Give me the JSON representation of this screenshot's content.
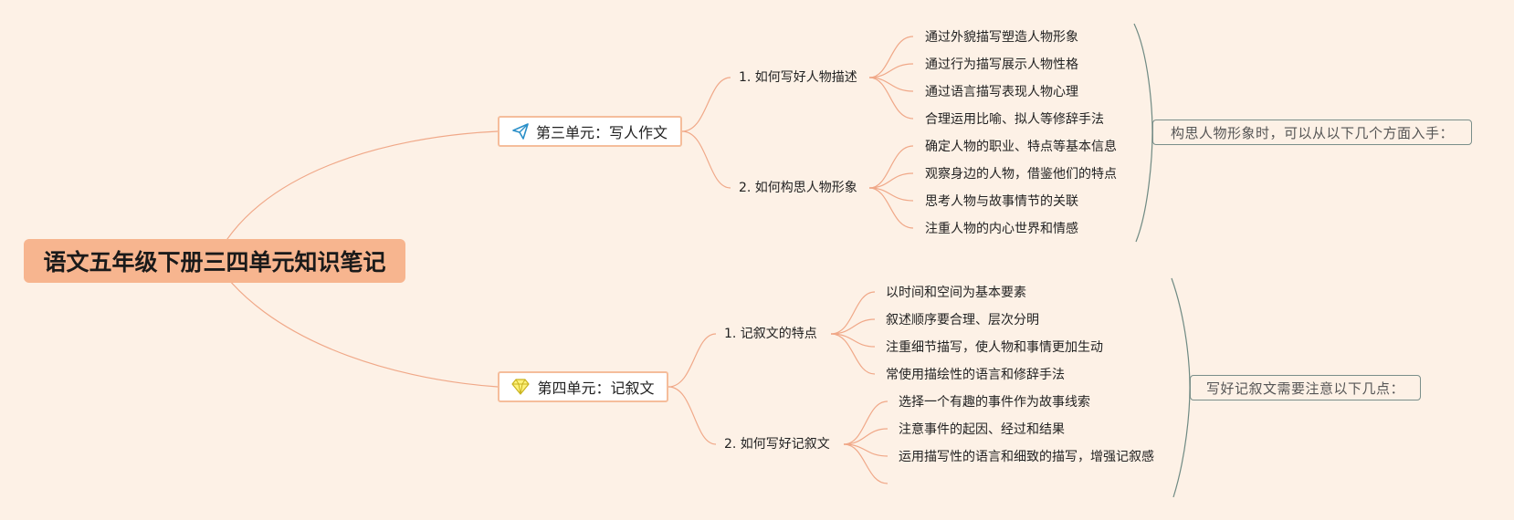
{
  "root": {
    "title": "语文五年级下册三四单元知识笔记"
  },
  "branches": [
    {
      "icon": "paper-plane-icon",
      "label": "第三单元：写人作文",
      "subtopics": [
        {
          "label": "1. 如何写好人物描述",
          "items": [
            "通过外貌描写塑造人物形象",
            "通过行为描写展示人物性格",
            "通过语言描写表现人物心理",
            "合理运用比喻、拟人等修辞手法"
          ]
        },
        {
          "label": "2. 如何构思人物形象",
          "items": [
            "确定人物的职业、特点等基本信息",
            "观察身边的人物，借鉴他们的特点",
            "思考人物与故事情节的关联",
            "注重人物的内心世界和情感"
          ]
        }
      ],
      "summary": "构思人物形象时，可以从以下几个方面入手："
    },
    {
      "icon": "diamond-icon",
      "label": "第四单元：记叙文",
      "subtopics": [
        {
          "label": "1. 记叙文的特点",
          "items": [
            "以时间和空间为基本要素",
            "叙述顺序要合理、层次分明",
            "注重细节描写，使人物和事情更加生动",
            "常使用描绘性的语言和修辞手法"
          ]
        },
        {
          "label": "2. 如何写好记叙文",
          "items": [
            "选择一个有趣的事件作为故事线索",
            "注意事件的起因、经过和结果",
            "运用描写性的语言和细致的描写，增强记叙感",
            ""
          ]
        }
      ],
      "summary": "写好记叙文需要注意以下几点："
    }
  ],
  "colors": {
    "background": "#fdf1e6",
    "root_fill": "#f7b58f",
    "connector": "#f0a888",
    "summary_bracket": "#6f8a83"
  }
}
